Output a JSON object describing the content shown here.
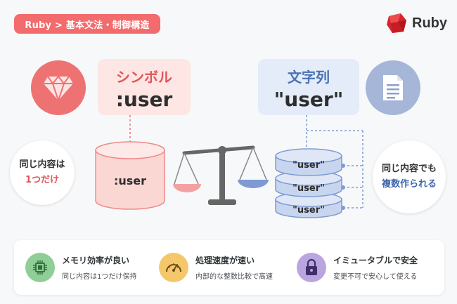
{
  "breadcrumb": "Ruby > 基本文法・制御構造",
  "logo": {
    "text": "Ruby"
  },
  "symbol": {
    "title": "シンボル",
    "literal": ":user",
    "cylinder_label": ":user"
  },
  "string": {
    "title": "文字列",
    "literal": "\"user\"",
    "stack_labels": [
      "\"user\"",
      "\"user\"",
      "\"user\""
    ]
  },
  "left_note": {
    "line1": "同じ内容は",
    "line2": "1つだけ"
  },
  "right_note": {
    "line1": "同じ内容でも",
    "line2": "複数作られる"
  },
  "features": [
    {
      "icon": "chip-icon",
      "title": "メモリ効率が良い",
      "subtitle": "同じ内容は1つだけ保持",
      "color": "#8fcf97"
    },
    {
      "icon": "speedometer-icon",
      "title": "処理速度が速い",
      "subtitle": "内部的な整数比較で高速",
      "color": "#f4c86a"
    },
    {
      "icon": "lock-icon",
      "title": "イミュータブルで安全",
      "subtitle": "変更不可で安心して使える",
      "color": "#b9a6e0"
    }
  ],
  "colors": {
    "symbol_accent": "#ef7273",
    "string_accent": "#a6b6d9"
  }
}
